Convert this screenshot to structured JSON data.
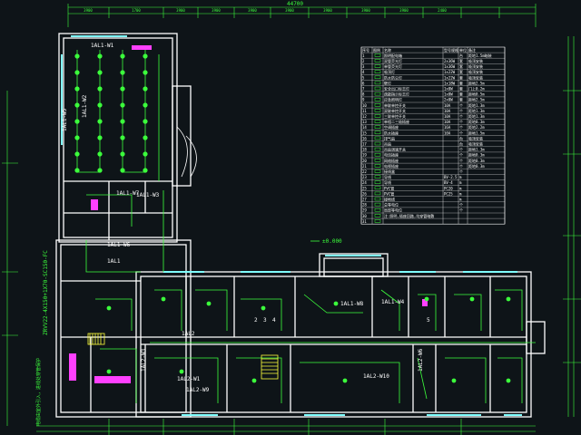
{
  "drawing": {
    "top_dimensions": [
      "3900",
      "1700",
      "3900",
      "3900",
      "3900",
      "3900",
      "3900",
      "3900",
      "3900",
      "2400"
    ],
    "top_total": "44700",
    "level_mark": "±0.000",
    "side_note": "ZRVV22-4X150+1X70-SC150-FC",
    "vertical_note": "电缆由室外引入，进线处穿管保护",
    "panel_labels": [
      {
        "id": "p1",
        "text": "1AL1-W1"
      },
      {
        "id": "p2",
        "text": "1AL1-W2"
      },
      {
        "id": "p3",
        "text": "1AL1-W3"
      },
      {
        "id": "p4",
        "text": "1AL1-W5"
      },
      {
        "id": "p5",
        "text": "1AL1-W6"
      },
      {
        "id": "p6",
        "text": "1AL1-W7"
      },
      {
        "id": "p7",
        "text": "1AL2-W1"
      },
      {
        "id": "p8",
        "text": "1AL2-W3"
      },
      {
        "id": "p9",
        "text": "1AL2-W6"
      },
      {
        "id": "p10",
        "text": "1AL2-W9"
      },
      {
        "id": "p11",
        "text": "1AL2-W10"
      },
      {
        "id": "p12",
        "text": "1AL1"
      },
      {
        "id": "p13",
        "text": "1AL2"
      },
      {
        "id": "p14",
        "text": "1AL1-W4"
      },
      {
        "id": "p15",
        "text": "1AL1-W8"
      }
    ],
    "room_numbers": [
      "2",
      "3",
      "4",
      "5"
    ]
  },
  "legend": {
    "headers": [
      "序号",
      "图例",
      "名称",
      "型号规格",
      "单位",
      "备注"
    ],
    "rows": [
      {
        "no": "1",
        "name": "照明配电箱",
        "spec": "",
        "unit": "台",
        "note": "距地1.5m暗装"
      },
      {
        "no": "2",
        "name": "双管荧光灯",
        "spec": "2x36W",
        "unit": "套",
        "note": "吸顶安装"
      },
      {
        "no": "3",
        "name": "单管荧光灯",
        "spec": "1x36W",
        "unit": "套",
        "note": "吸顶安装"
      },
      {
        "no": "4",
        "name": "吸顶灯",
        "spec": "1x22W",
        "unit": "套",
        "note": "吸顶安装"
      },
      {
        "no": "5",
        "name": "防水防尘灯",
        "spec": "1x22W",
        "unit": "套",
        "note": "吸顶安装"
      },
      {
        "no": "6",
        "name": "壁灯",
        "spec": "1x18W",
        "unit": "套",
        "note": "距地2.5m"
      },
      {
        "no": "7",
        "name": "安全出口标志灯",
        "spec": "1x8W",
        "unit": "套",
        "note": "门上0.2m"
      },
      {
        "no": "8",
        "name": "疏散指示标志灯",
        "spec": "1x8W",
        "unit": "套",
        "note": "距地0.5m"
      },
      {
        "no": "9",
        "name": "应急照明灯",
        "spec": "2x8W",
        "unit": "套",
        "note": "距地2.5m"
      },
      {
        "no": "10",
        "name": "单联单控开关",
        "spec": "10A",
        "unit": "个",
        "note": "距地1.3m"
      },
      {
        "no": "11",
        "name": "双联单控开关",
        "spec": "10A",
        "unit": "个",
        "note": "距地1.3m"
      },
      {
        "no": "12",
        "name": "三联单控开关",
        "spec": "10A",
        "unit": "个",
        "note": "距地1.3m"
      },
      {
        "no": "13",
        "name": "单相二三极插座",
        "spec": "10A",
        "unit": "个",
        "note": "距地0.3m"
      },
      {
        "no": "14",
        "name": "空调插座",
        "spec": "16A",
        "unit": "个",
        "note": "距地2.2m"
      },
      {
        "no": "15",
        "name": "防水插座",
        "spec": "10A",
        "unit": "个",
        "note": "距地1.5m"
      },
      {
        "no": "16",
        "name": "排气扇",
        "spec": "",
        "unit": "台",
        "note": "吸顶安装"
      },
      {
        "no": "17",
        "name": "吊扇",
        "spec": "",
        "unit": "台",
        "note": "吸顶安装"
      },
      {
        "no": "18",
        "name": "吊扇调速开关",
        "spec": "",
        "unit": "个",
        "note": "距地1.3m"
      },
      {
        "no": "19",
        "name": "电话插座",
        "spec": "",
        "unit": "个",
        "note": "距地0.3m"
      },
      {
        "no": "20",
        "name": "网络插座",
        "spec": "",
        "unit": "个",
        "note": "距地0.3m"
      },
      {
        "no": "21",
        "name": "电视插座",
        "spec": "",
        "unit": "个",
        "note": "距地0.3m"
      },
      {
        "no": "22",
        "name": "接线盒",
        "spec": "",
        "unit": "个",
        "note": ""
      },
      {
        "no": "23",
        "name": "导线",
        "spec": "BV-2.5",
        "unit": "m",
        "note": ""
      },
      {
        "no": "24",
        "name": "导线",
        "spec": "BV-4",
        "unit": "m",
        "note": ""
      },
      {
        "no": "25",
        "name": "PVC管",
        "spec": "PC20",
        "unit": "m",
        "note": ""
      },
      {
        "no": "26",
        "name": "PVC管",
        "spec": "PC25",
        "unit": "m",
        "note": ""
      },
      {
        "no": "27",
        "name": "接地线",
        "spec": "",
        "unit": "m",
        "note": ""
      },
      {
        "no": "28",
        "name": "总等电位",
        "spec": "",
        "unit": "个",
        "note": ""
      },
      {
        "no": "29",
        "name": "局部等电位",
        "spec": "",
        "unit": "个",
        "note": ""
      },
      {
        "no": "30",
        "name": "注:照明,插座回路,均穿管暗敷",
        "spec": "",
        "unit": "",
        "note": ""
      },
      {
        "no": "31",
        "name": "",
        "spec": "",
        "unit": "",
        "note": ""
      }
    ]
  },
  "colors": {
    "background": "#0e1418",
    "wall": "#ffffff",
    "wire": "#3cff3c",
    "fixture": "#7fffff",
    "accent": "#ff40ff",
    "stair": "#ffff3c"
  }
}
